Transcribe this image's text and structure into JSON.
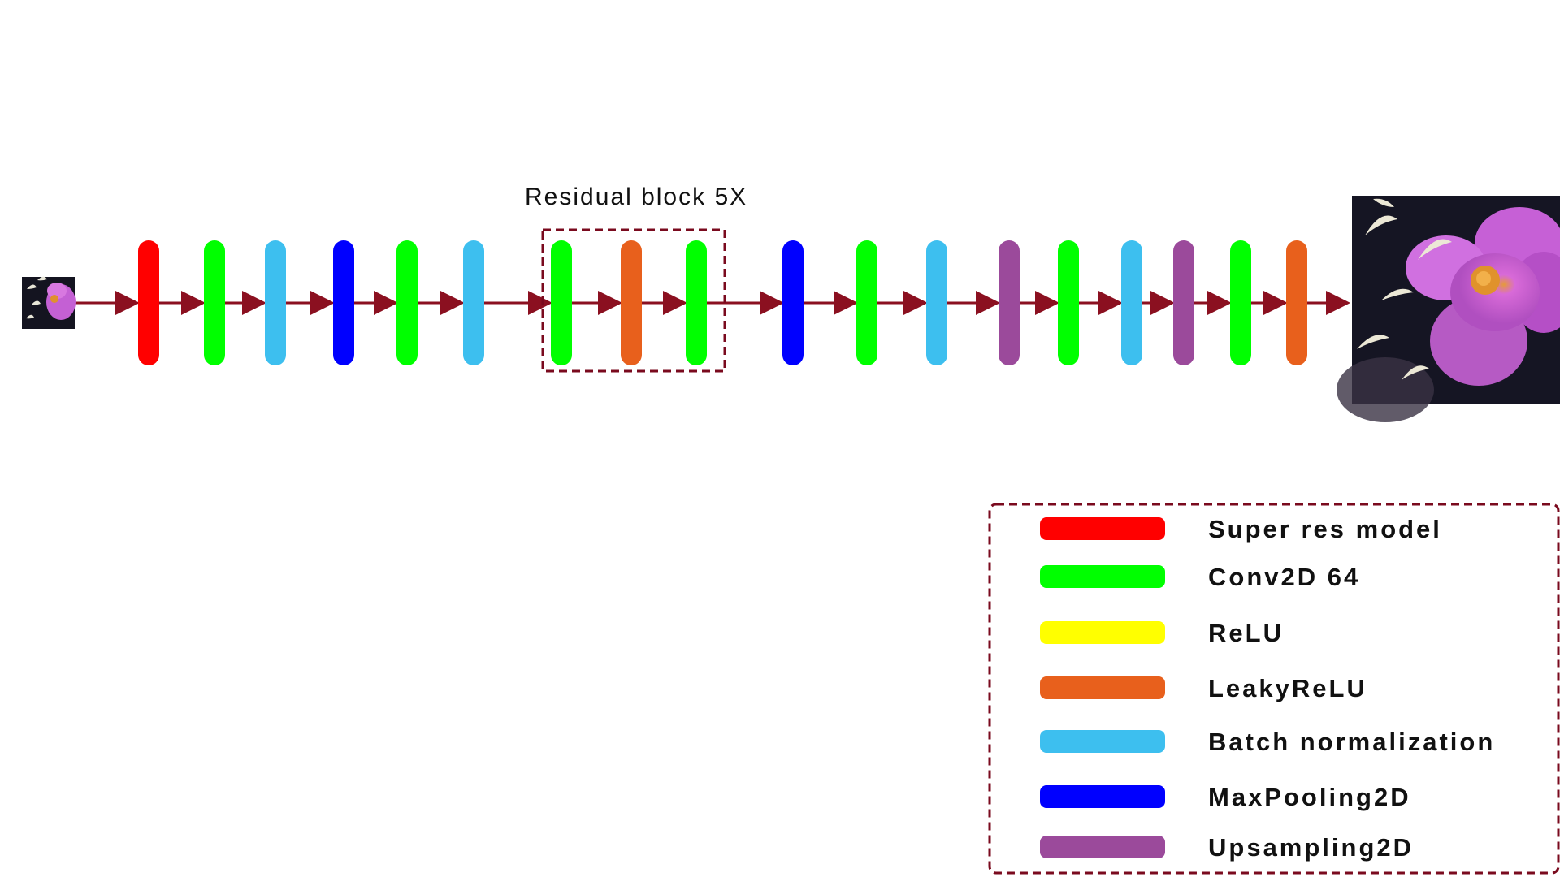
{
  "diagram": {
    "residual_label": "Residual block 5X",
    "arrow_color": "#8b1020",
    "dash_color": "#7a0a1e",
    "pipeline": [
      {
        "kind": "image",
        "role": "input-image"
      },
      {
        "kind": "layer",
        "type": "super_res"
      },
      {
        "kind": "layer",
        "type": "conv"
      },
      {
        "kind": "layer",
        "type": "bn"
      },
      {
        "kind": "layer",
        "type": "maxpool"
      },
      {
        "kind": "layer",
        "type": "conv"
      },
      {
        "kind": "layer",
        "type": "bn"
      },
      {
        "kind": "layer",
        "type": "conv",
        "group": "residual"
      },
      {
        "kind": "layer",
        "type": "leaky",
        "group": "residual"
      },
      {
        "kind": "layer",
        "type": "conv",
        "group": "residual"
      },
      {
        "kind": "layer",
        "type": "maxpool"
      },
      {
        "kind": "layer",
        "type": "conv"
      },
      {
        "kind": "layer",
        "type": "bn"
      },
      {
        "kind": "layer",
        "type": "upsample"
      },
      {
        "kind": "layer",
        "type": "conv"
      },
      {
        "kind": "layer",
        "type": "bn"
      },
      {
        "kind": "layer",
        "type": "upsample"
      },
      {
        "kind": "layer",
        "type": "conv"
      },
      {
        "kind": "layer",
        "type": "leaky"
      },
      {
        "kind": "image",
        "role": "output-image"
      }
    ],
    "layer_types": {
      "super_res": {
        "label": "Super res model",
        "color": "#ff0000"
      },
      "conv": {
        "label": "Conv2D 64",
        "color": "#00ff00"
      },
      "relu": {
        "label": "ReLU",
        "color": "#ffff00"
      },
      "leaky": {
        "label": "LeakyReLU",
        "color": "#e8601c"
      },
      "bn": {
        "label": "Batch normalization",
        "color": "#3dbfef"
      },
      "maxpool": {
        "label": "MaxPooling2D",
        "color": "#0000ff"
      },
      "upsample": {
        "label": "Upsampling2D",
        "color": "#9b4a9b"
      }
    },
    "legend_order": [
      "super_res",
      "conv",
      "relu",
      "leaky",
      "bn",
      "maxpool",
      "upsample"
    ]
  }
}
